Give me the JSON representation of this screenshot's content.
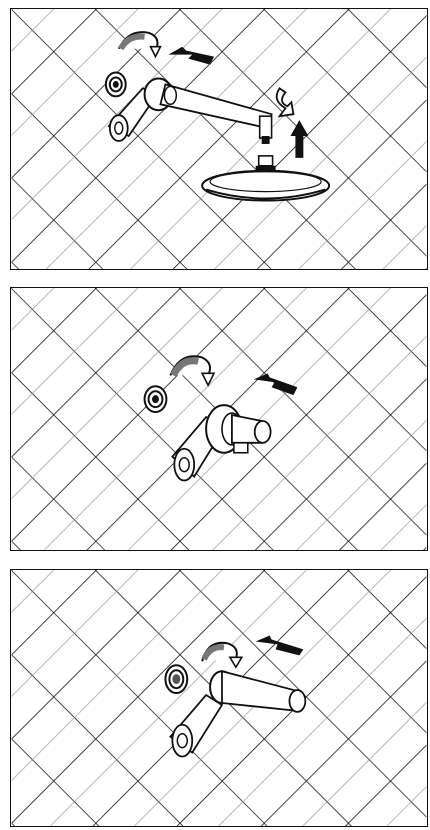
{
  "steps": [
    {
      "id": "step-1",
      "tile_pattern": "diagonal-grid",
      "parts": [
        "wall-plate-icon",
        "mounting-bracket-icon",
        "shower-arm-icon",
        "shower-head-icon",
        "rotate-arrow-icon",
        "push-arrow-icon",
        "up-arrow-icon"
      ]
    },
    {
      "id": "step-2",
      "tile_pattern": "diagonal-grid",
      "parts": [
        "wall-plate-icon",
        "mounting-bracket-icon",
        "wall-elbow-icon",
        "rotate-arrow-icon",
        "push-arrow-icon"
      ]
    },
    {
      "id": "step-3",
      "tile_pattern": "diagonal-grid",
      "parts": [
        "wall-plate-icon",
        "mounting-bracket-icon",
        "spout-icon",
        "rotate-arrow-icon",
        "push-arrow-icon"
      ]
    }
  ],
  "colors": {
    "line": "#111111",
    "fill": "#ffffff",
    "tile_line_light": "#555555",
    "arrow_grey": "#777777"
  }
}
